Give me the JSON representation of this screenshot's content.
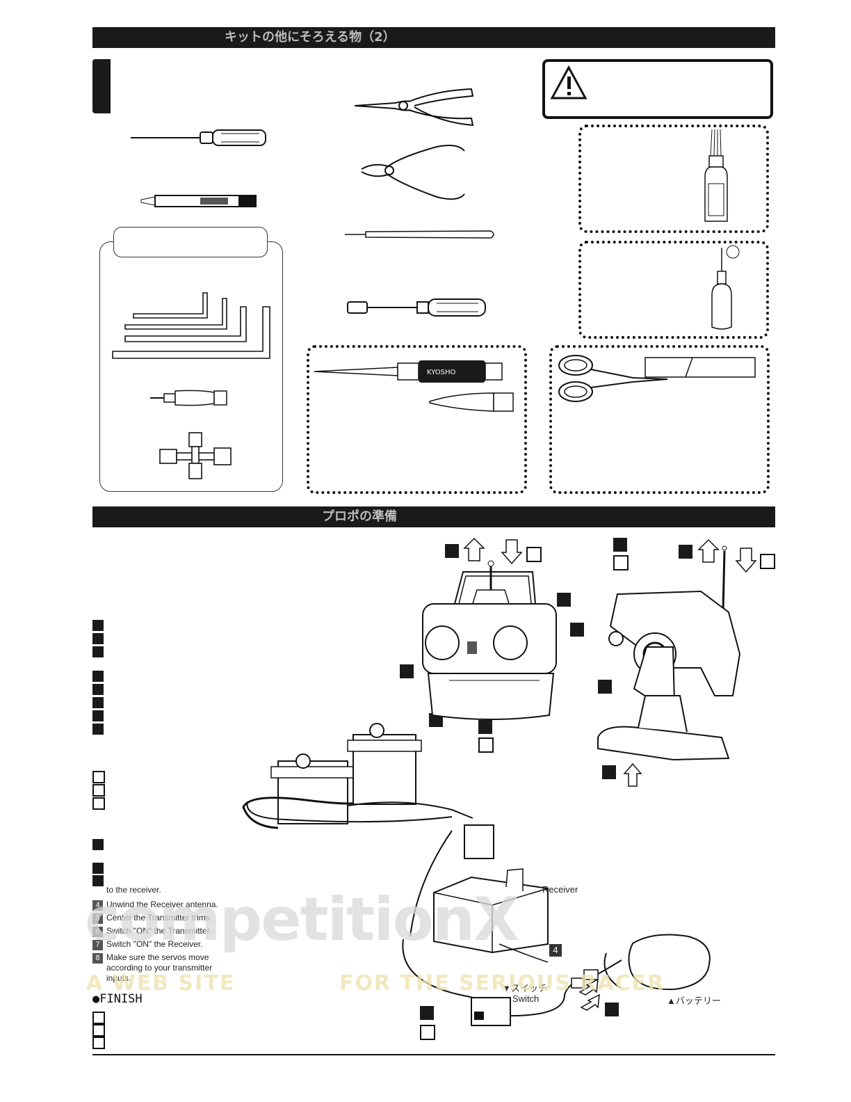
{
  "header1": {
    "title": "キットの他にそろえる物（2）"
  },
  "header2": {
    "title": "プロポの準備"
  },
  "steps": [
    {
      "n": "",
      "text": "to the receiver."
    },
    {
      "n": "4",
      "text": "Unwind the Receiver antenna."
    },
    {
      "n": "5",
      "text": "Center the Transmitter trims."
    },
    {
      "n": "6",
      "text": "Switch \"ON\" the Transmitter."
    },
    {
      "n": "7",
      "text": "Switch \"ON\" the Receiver."
    },
    {
      "n": "8",
      "text": "Make sure the servos move according to your transmitter inputs."
    }
  ],
  "finish": "●FINISH",
  "labels": {
    "receiver": "Receiver",
    "switch_jp": "▼スイッチ",
    "switch_en": "Switch",
    "battery": "▲バッテリー",
    "receiver_step": "4",
    "reamer_brand": "KYOSHO"
  },
  "watermark": {
    "logo": "competitionX",
    "left": "A WEB SITE",
    "right": "FOR THE SERIOUS RACER",
    "color_main": "#d9d9d9",
    "color_x": "#e8b9b0",
    "color_tag": "#efe3b0"
  }
}
